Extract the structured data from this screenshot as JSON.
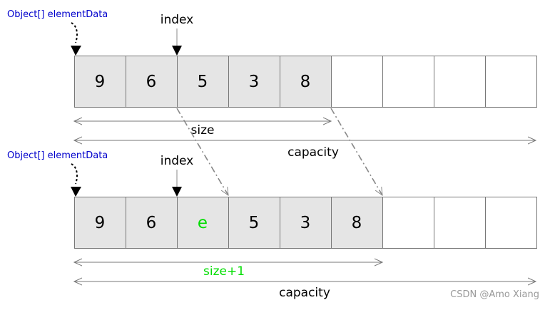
{
  "colors": {
    "filled_cell": "#e5e5e5",
    "border": "#777777",
    "pointer_label": "#0000cc",
    "inserted": "#00dd00",
    "arrow_gray": "#888888",
    "text": "#000000"
  },
  "capacity_cells": 9,
  "top": {
    "pointer_label": "Object[] elementData",
    "index_label": "index",
    "index_position": 2,
    "cells": [
      "9",
      "6",
      "5",
      "3",
      "8",
      "",
      "",
      "",
      ""
    ],
    "size_label": "size",
    "size_cells": 5,
    "capacity_label": "capacity"
  },
  "bottom": {
    "pointer_label": "Object[] elementData",
    "index_label": "index",
    "index_position": 2,
    "cells": [
      "9",
      "6",
      "e",
      "5",
      "3",
      "8",
      "",
      "",
      ""
    ],
    "highlight_index": 2,
    "size_label": "size+1",
    "size_cells": 6,
    "capacity_label": "capacity"
  },
  "shift_arrows": [
    {
      "from_boundary": 2,
      "to_boundary": 3
    },
    {
      "from_boundary": 5,
      "to_boundary": 6
    }
  ],
  "watermark": "CSDN @Amo Xiang"
}
